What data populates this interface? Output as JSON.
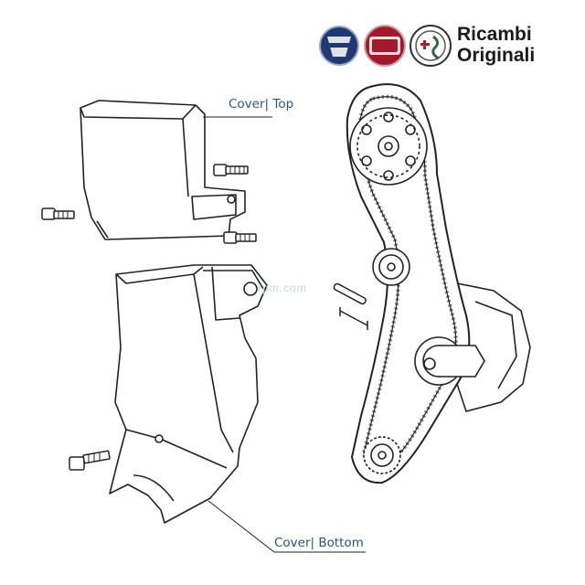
{
  "brand": {
    "line1": "Ricambi",
    "line2": "Originali",
    "logos": [
      "lancia-logo",
      "fiat-logo",
      "alfa-romeo-logo"
    ],
    "colors": {
      "lancia": "#1f3a73",
      "fiat": "#a3182b",
      "alfa": "#2f6b3a"
    }
  },
  "watermark": "rpm.com",
  "callouts": {
    "top": "Cover| Top",
    "bottom": "Cover| Bottom"
  },
  "colors": {
    "callout_text": "#2f4f8a",
    "ink": "#222222"
  }
}
